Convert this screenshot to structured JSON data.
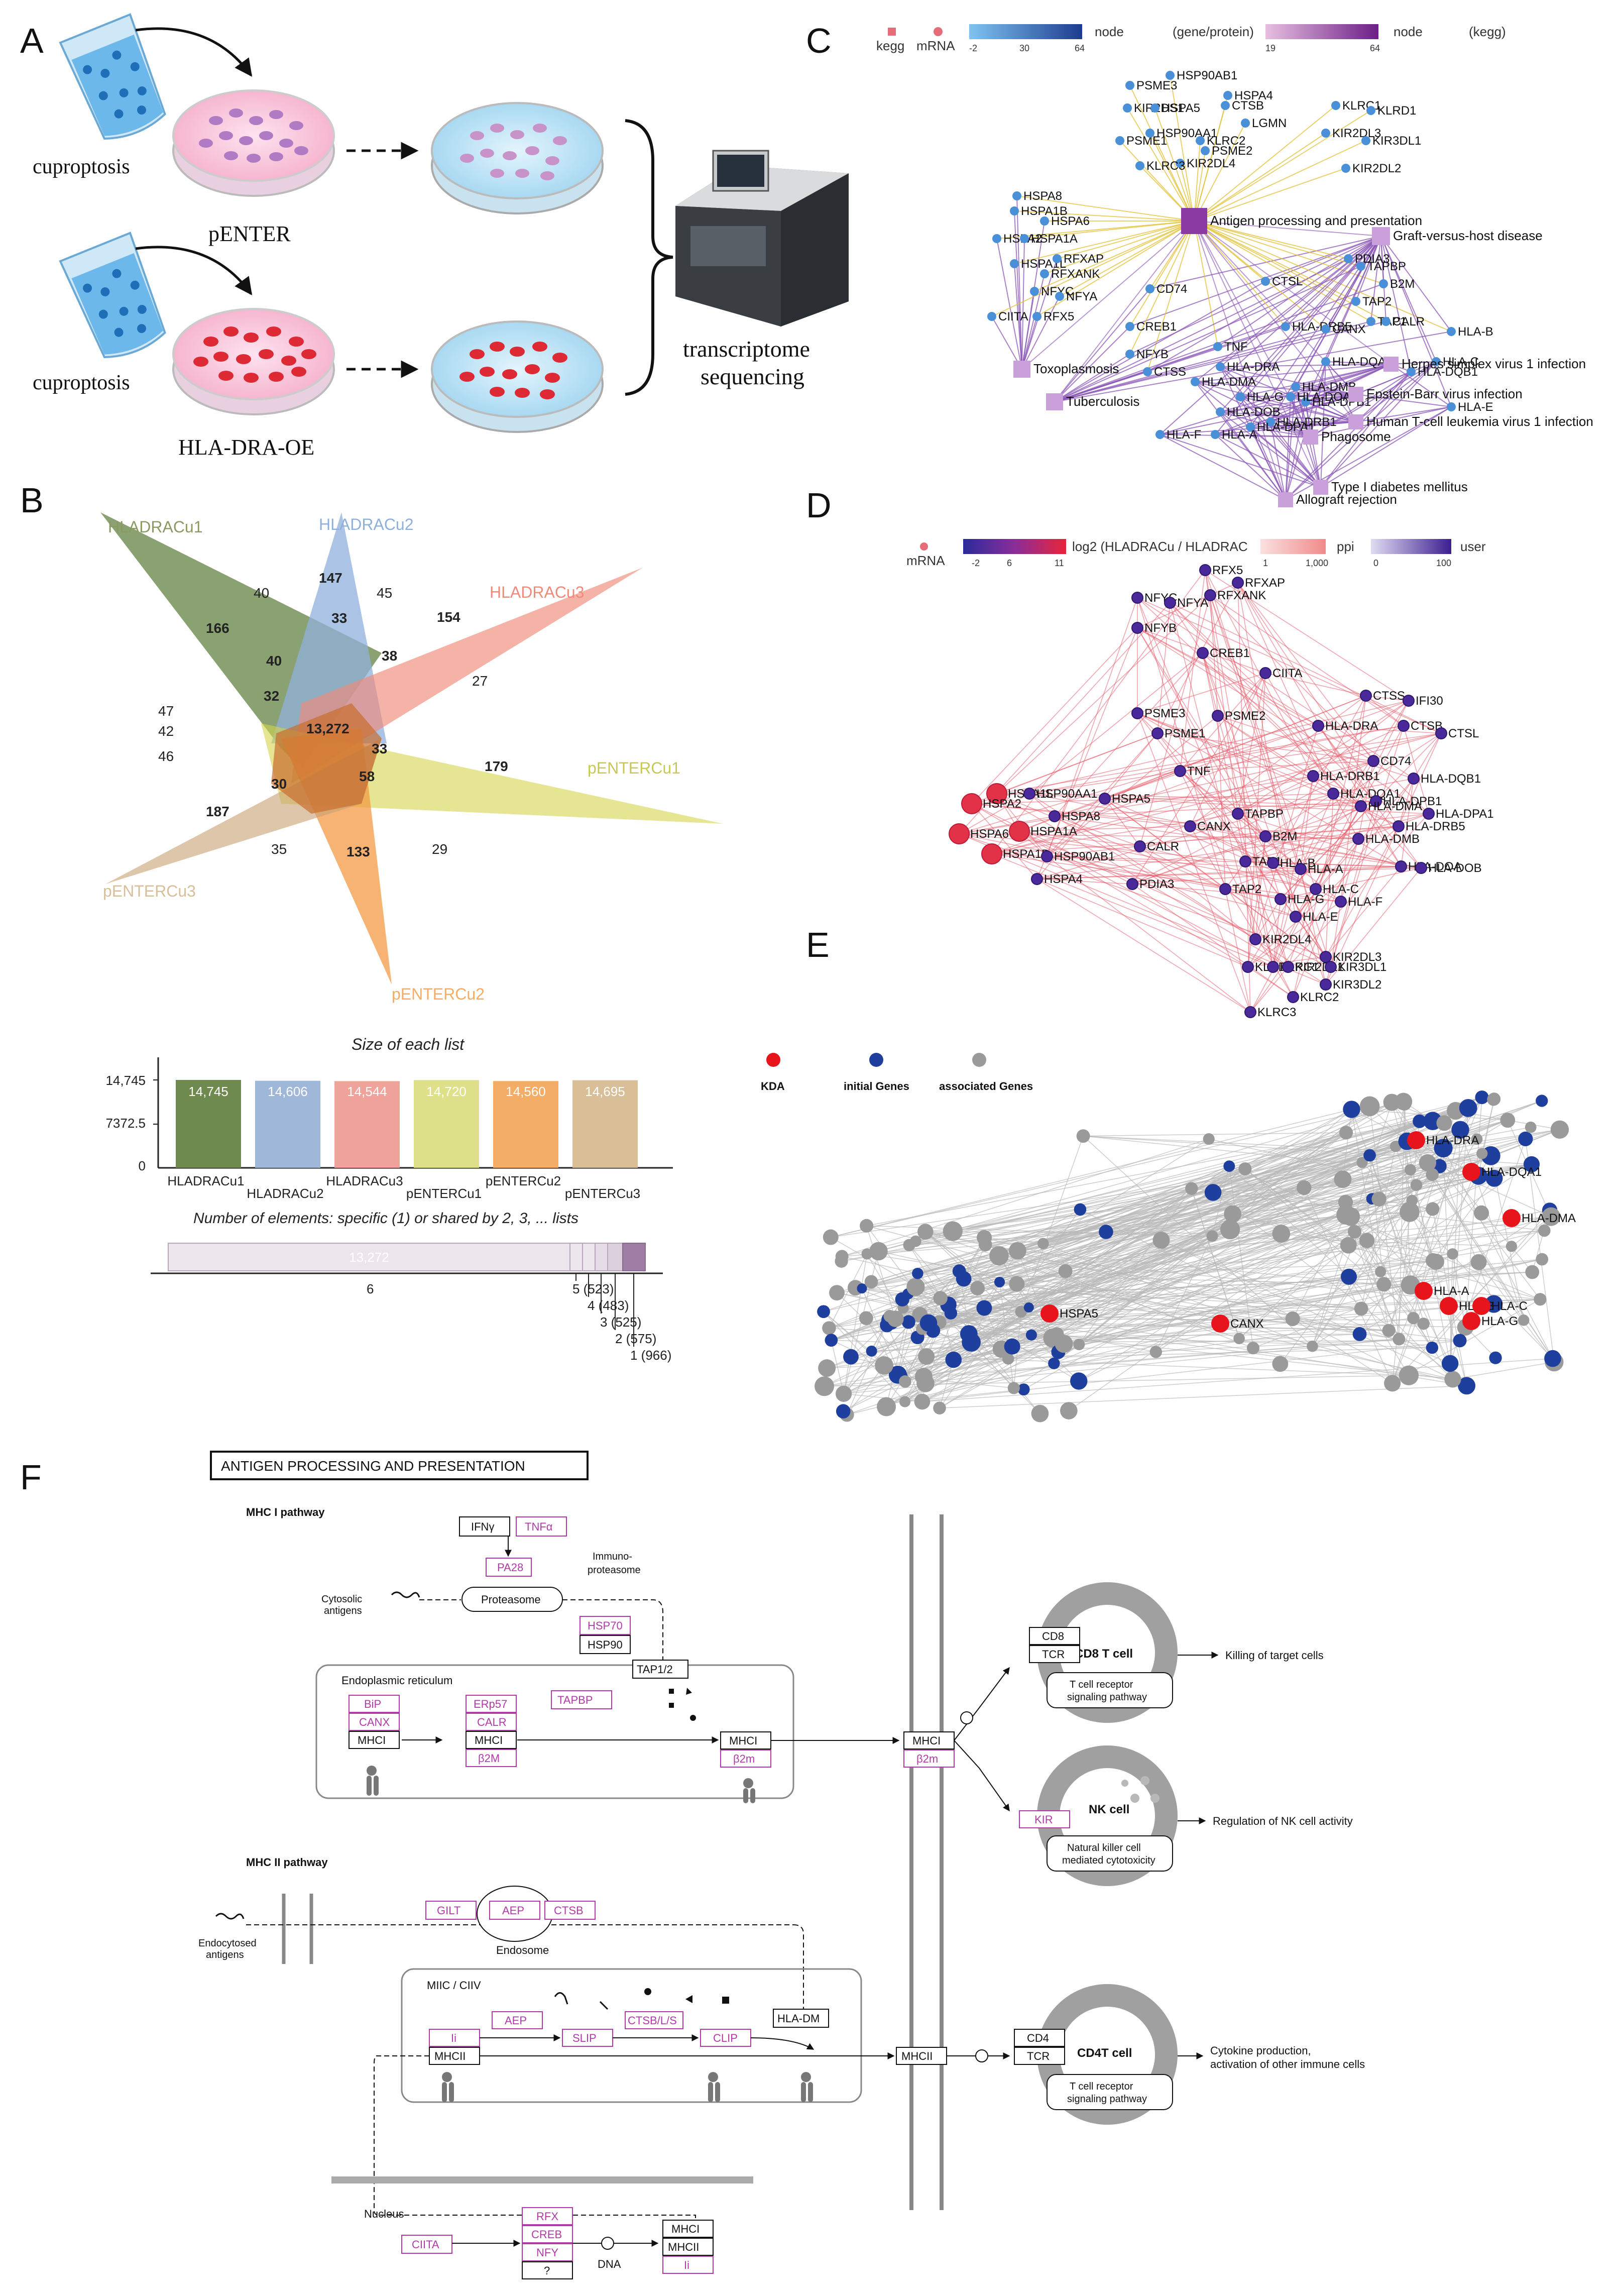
{
  "panels": {
    "A": {
      "label": "A",
      "treatment_top": "cuproptosis",
      "treatment_bottom": "cuproptosis",
      "group_top": "pENTER",
      "group_bottom": "HLA-DRA-OE",
      "method_line1": "transcriptome",
      "method_line2": "sequencing"
    },
    "B": {
      "label": "B",
      "venn_sets": [
        "HLADRACu1",
        "HLADRACu2",
        "HLADRACu3",
        "pENTERCu1",
        "pENTERCu2",
        "pENTERCu3"
      ],
      "venn_counts": [
        "166",
        "40",
        "147",
        "45",
        "154",
        "40",
        "33",
        "38",
        "27",
        "47",
        "42",
        "46",
        "32",
        "13,272",
        "33",
        "179",
        "30",
        "58",
        "187",
        "35",
        "133",
        "29"
      ],
      "bar_title": "Size of each list",
      "y_ticks": [
        "14,745",
        "7372.5",
        "0"
      ],
      "bar_values": [
        14745,
        14606,
        14544,
        14720,
        14560,
        14695
      ],
      "bar_labels": [
        "14,745",
        "14,606",
        "14,544",
        "14,720",
        "14,560",
        "14,695"
      ],
      "bar_colors": [
        "#6f8a4e",
        "#9fb8d9",
        "#f0a39a",
        "#dfe08a",
        "#f3ad66",
        "#d8bf97"
      ],
      "share_title": "Number of elements: specific (1) or shared by 2, 3, ... lists",
      "share_main": "13,272",
      "share_axis": "6",
      "share_labels": [
        "5 (523)",
        "4 (483)",
        "3 (525)",
        "2 (575)",
        "1 (966)"
      ]
    },
    "C": {
      "label": "C",
      "legend": {
        "kegg": "kegg",
        "mrna": "mRNA",
        "node1": "node",
        "gp": "(gene/protein)",
        "node2": "node",
        "keggp": "(kegg)",
        "min1": "-2",
        "mid1": "30",
        "max1": "64",
        "min2": "19",
        "max2": "64"
      },
      "kegg_terms": [
        "Antigen processing and presentation",
        "Graft-versus-host disease",
        "Toxoplasmosis",
        "Tuberculosis",
        "Herpes simplex virus 1 infection",
        "Epstein-Barr virus infection",
        "Human T-cell leukemia virus 1 infection",
        "Phagosome",
        "Type I diabetes mellitus",
        "Allograft rejection"
      ],
      "genes": [
        "HSP90AB1",
        "PSME3",
        "HSPA4",
        "CTSB",
        "KIR2DS1",
        "HSPA5",
        "KLRC1",
        "KLRD1",
        "LGMN",
        "KIR2DL3",
        "KIR3DL1",
        "PSME1",
        "HSP90AA1",
        "KLRC2",
        "PSME2",
        "KIR2DL4",
        "KLRC3",
        "KIR2DL2",
        "HSPA8",
        "HSPA1B",
        "HSPA6",
        "HSPA2",
        "HSPA1A",
        "HSPA1L",
        "RFXAP",
        "RFXANK",
        "NFYC",
        "NFYA",
        "CIITA",
        "RFX5",
        "CD74",
        "CREB1",
        "NFYB",
        "CTSS",
        "TNF",
        "CTSL",
        "PDIA3",
        "TAPBP",
        "B2M",
        "TAP2",
        "HLA-DRB5",
        "CANX",
        "TAP1",
        "CALR",
        "HLA-B",
        "HLA-DQA1",
        "HLA-C",
        "HLA-DQB1",
        "HLA-E",
        "HLA-G",
        "HLA-DRA",
        "HLA-DMB",
        "HLA-DMA",
        "HLA-DRB1",
        "HLA-DPB1",
        "HLA-DOB",
        "HLA-DPA1",
        "HLA-DOA",
        "HLA-A",
        "HLA-F"
      ]
    },
    "D": {
      "label": "D",
      "legend": {
        "mrna": "mRNA",
        "l2": "log2 (HLADRACu / HLADRAC",
        "ppi": "ppi",
        "user": "user",
        "a": "-2",
        "b": "6",
        "c": "11",
        "d": "1",
        "e": "1,000",
        "f": "0",
        "g": "100"
      }
    },
    "E": {
      "label": "E",
      "legend": [
        "KDA",
        "initial Genes",
        "associated Genes"
      ],
      "legend_colors": [
        "#e8141c",
        "#1f3f9e",
        "#9a9a9a"
      ],
      "kda_labels": [
        "HLA-DRA",
        "HLA-DQA1",
        "HLA-DMA",
        "HSPA5",
        "CANX",
        "HLA-A",
        "HLA-B",
        "HLA-C",
        "HLA-G"
      ]
    },
    "F": {
      "label": "F",
      "title": "ANTIGEN PROCESSING AND PRESENTATION",
      "mhc1": "MHC I pathway",
      "mhc2": "MHC II pathway",
      "ifng": "IFNγ",
      "tnfa": "TNFα",
      "pa28": "PA28",
      "immuno": "Immuno-",
      "proteasome_small": "proteasome",
      "cytosolic": "Cytosolic",
      "antigens": "antigens",
      "proteasome": "Proteasome",
      "hsp70": "HSP70",
      "hsp90": "HSP90",
      "tap12": "TAP1/2",
      "er": "Endoplasmic reticulum",
      "bip": "BiP",
      "canx": "CANX",
      "mhci": "MHCI",
      "erp57": "ERp57",
      "calr": "CALR",
      "b2m": "β2M",
      "tapbp": "TAPBP",
      "b2m_lower": "β2m",
      "cd8": "CD8",
      "tcr": "TCR",
      "cd8t": "CD8 T cell",
      "tcr_path_1": "T cell receptor",
      "tcr_path_2": "signaling pathway",
      "killing": "Killing of target cells",
      "kir": "KIR",
      "nk": "NK cell",
      "nk_path_1": "Natural killer cell",
      "nk_path_2": "mediated cytotoxicity",
      "reg_nk": "Regulation of NK cell activity",
      "endocytosed": "Endocytosed",
      "gilt": "GILT",
      "aep": "AEP",
      "ctsb": "CTSB",
      "endosome": "Endosome",
      "miic": "MIIC / CIIV",
      "hladm": "HLA-DM",
      "ii": "Ii",
      "slip": "SLIP",
      "ctsbls": "CTSB/L/S",
      "clip": "CLIP",
      "mhcii": "MHCII",
      "cd4": "CD4",
      "cd4t": "CD4T cell",
      "cytokine1": "Cytokine production,",
      "cytokine2": "activation of other immune cells",
      "nucleus": "Nucleus",
      "rfx": "RFX",
      "creb": "CREB",
      "nfy": "NFY",
      "q": "?",
      "ciita": "CIITA",
      "dna": "DNA"
    }
  }
}
